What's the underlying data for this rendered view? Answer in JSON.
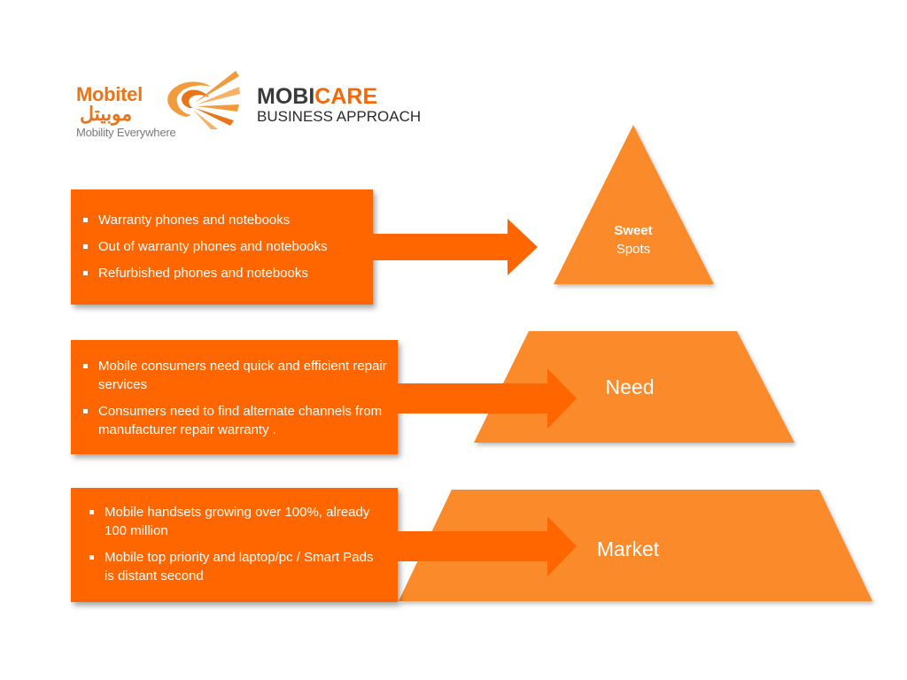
{
  "logo": {
    "wordmark": "Mobitel",
    "arabic": "موبيتل",
    "tagline": "Mobility Everywhere"
  },
  "title": {
    "part1": "MOBI",
    "part2": "CARE",
    "subtitle": "BUSINESS APPROACH"
  },
  "colors": {
    "box": "#ff6600",
    "arrow": "#ff6600",
    "pyramid": "#fb8a2a",
    "title_accent": "#f06a0a"
  },
  "tiers": [
    {
      "label_bold": "Sweet",
      "label": "Spots",
      "bullets": [
        "Warranty phones and notebooks",
        "Out of warranty phones and notebooks",
        "Refurbished phones and notebooks"
      ]
    },
    {
      "label": "Need",
      "bullets": [
        "Mobile  consumers need quick and efficient repair services",
        "Consumers  need to find alternate channels from manufacturer repair warranty ."
      ]
    },
    {
      "label": "Market",
      "bullets": [
        "Mobile handsets growing over 100%, already 100 million",
        "Mobile top priority  and laptop/pc / Smart Pads is distant second"
      ]
    }
  ]
}
